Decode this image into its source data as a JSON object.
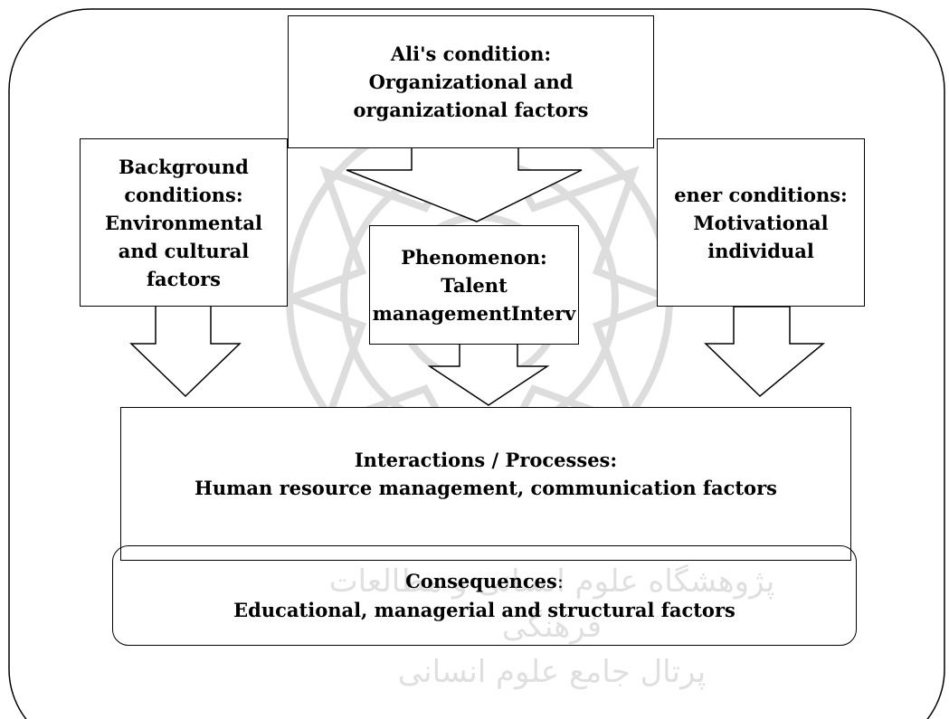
{
  "boxes": {
    "causal": {
      "heading": "Ali's condition:",
      "lines": [
        "Organizational and",
        "organizational factors"
      ]
    },
    "background": {
      "heading": "Background",
      "lines": [
        "conditions:",
        "Environmental",
        "and cultural",
        "factors"
      ]
    },
    "intervening": {
      "heading": "ener conditions:",
      "lines": [
        "Motivational",
        "individual"
      ]
    },
    "phenomenon": {
      "heading": "Phenomenon:",
      "lines": [
        "Talent",
        "managementInterv"
      ]
    },
    "processes": {
      "heading": "Interactions / Processes:",
      "lines": [
        "Human resource management, communication factors"
      ]
    },
    "consequences": {
      "heading": "Consequences",
      "heading_suffix": ":",
      "lines": [
        "Educational, managerial and structural factors"
      ]
    }
  },
  "watermark": {
    "line1": "پژوهشگاه علوم انسانی و مطالعات فرهنگی",
    "line2": "پرتال جامع علوم انسانی"
  }
}
